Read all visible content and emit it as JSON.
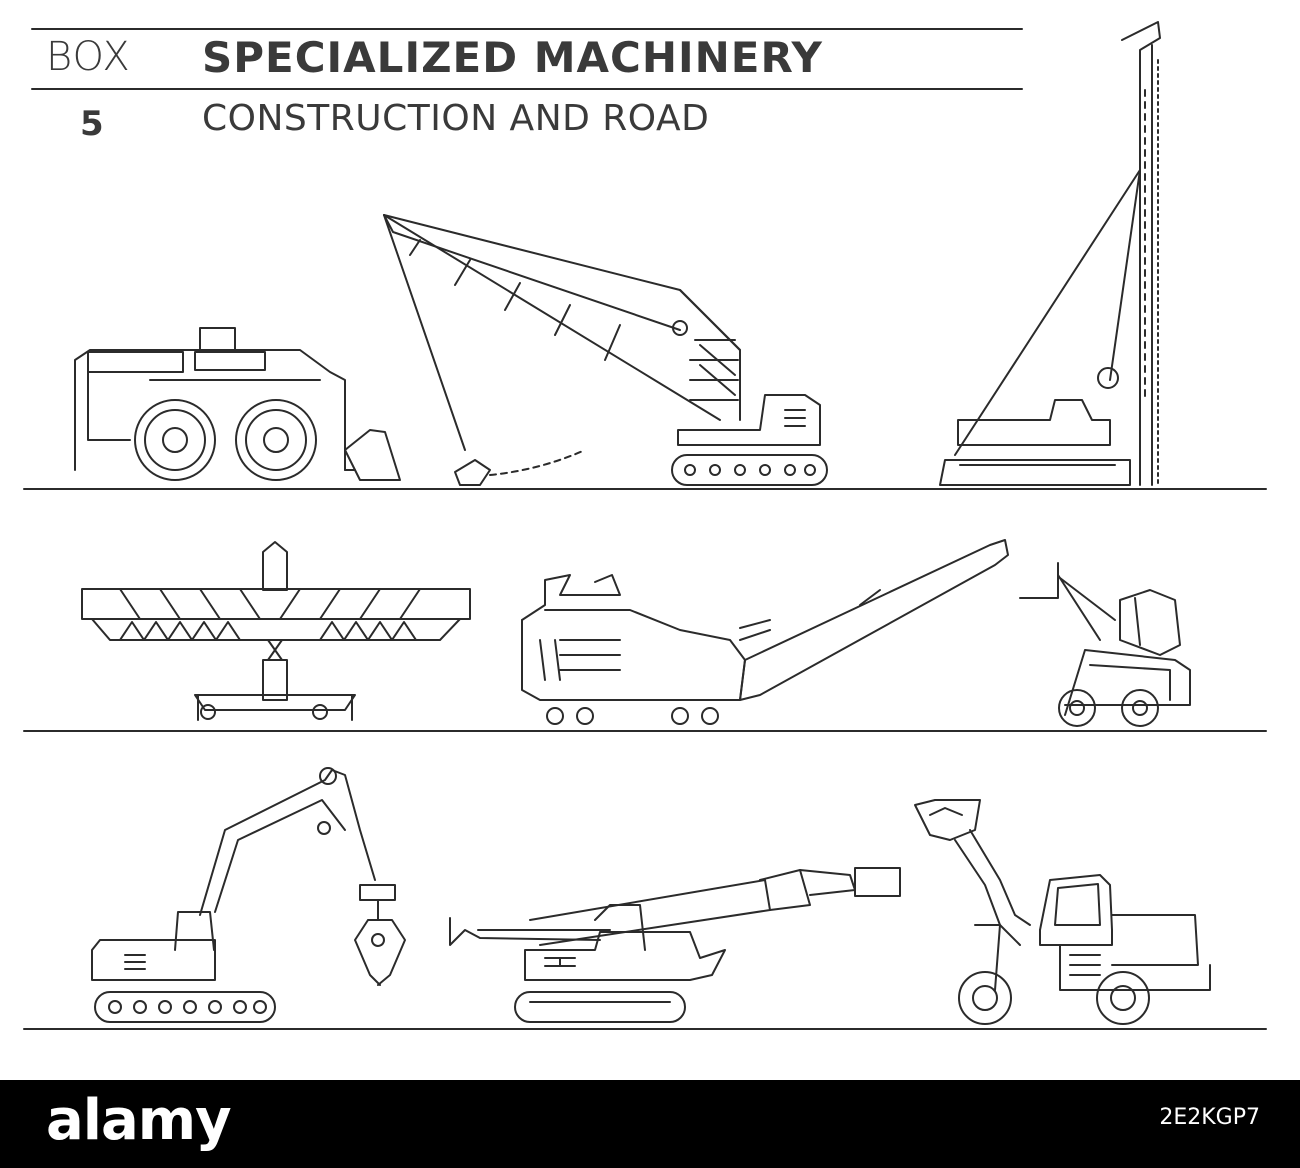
{
  "header": {
    "box_label": "BOX",
    "box_number": "5",
    "title": "SPECIALIZED MACHINERY",
    "subtitle": "CONSTRUCTION AND ROAD"
  },
  "footer": {
    "brand": "alamy",
    "stock_id": "2E2KGP7"
  },
  "colors": {
    "line": "#2b2b2b",
    "footer_bg": "#000000",
    "footer_text": "#ffffff"
  },
  "icons": [
    "mining-dump-truck-icon",
    "dragline-excavator-icon",
    "pile-driver-rig-icon",
    "bridge-girder-launcher-icon",
    "cold-milling-machine-icon",
    "mini-concrete-mixer-icon",
    "material-handler-grapple-icon",
    "tunnel-drilling-jumbo-icon",
    "high-lift-wheel-loader-icon"
  ]
}
